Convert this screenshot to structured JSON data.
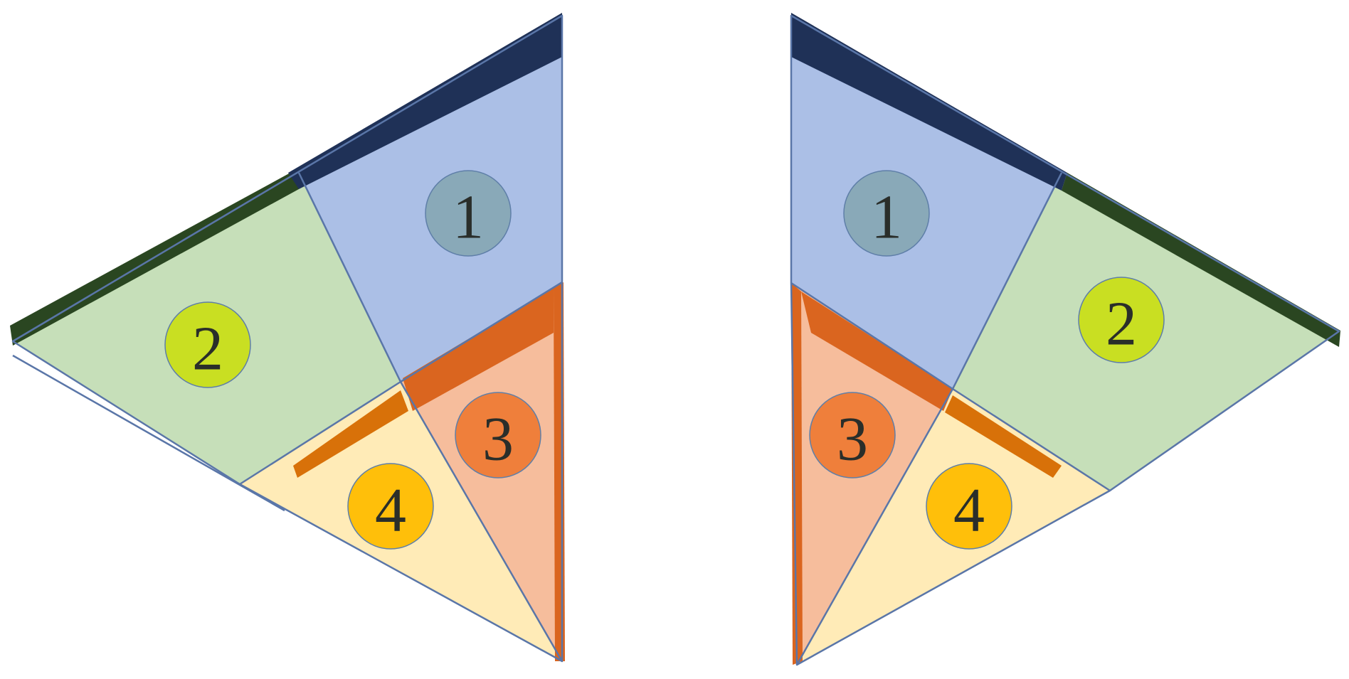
{
  "colors": {
    "background": "#ffffff",
    "region_1_fill": "#abbfe6",
    "region_2_fill": "#c6dfb9",
    "region_3_fill": "#f6bd9c",
    "region_4_fill": "#ffebb7",
    "outline": "#5a76a8",
    "band_navy": "#1f3157",
    "band_green": "#2a4621",
    "band_orange": "#da651f",
    "band_orange_4": "#d87109",
    "badge_1": "#89a9b8",
    "badge_2": "#c9df22",
    "badge_3": "#ef7f3b",
    "badge_4": "#ffbf0a",
    "badge_text": "#2a2e2a",
    "badge_stroke": "#5f7fa8"
  },
  "left_diagram": {
    "labels": {
      "r1": "1",
      "r2": "2",
      "r3": "3",
      "r4": "4"
    }
  },
  "right_diagram": {
    "labels": {
      "r1": "1",
      "r2": "2",
      "r3": "3",
      "r4": "4"
    }
  }
}
